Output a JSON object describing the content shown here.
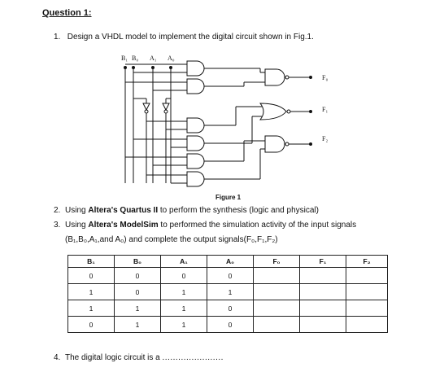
{
  "heading": "Question 1:",
  "items": {
    "q1": {
      "num": "1.",
      "text": "Design a VHDL model to implement the digital circuit shown in Fig.1."
    },
    "q2": {
      "num": "2.",
      "pre": "Using ",
      "brand": "Altera's Quartus II",
      "post": " to perform the synthesis (logic and physical)"
    },
    "q3": {
      "num": "3.",
      "pre": "Using ",
      "brand": "Altera's ModelSim",
      "post": " to performed the simulation activity of the input signals",
      "line2": "(B₁,B₀,A₁,and A₀)  and complete the output signals(F₀,F₁,F₂)"
    },
    "q4": {
      "num": "4.",
      "text": "The digital logic circuit is a ",
      "blank": "......................."
    }
  },
  "figure": {
    "caption": "Figure 1",
    "inputs": [
      "B₁",
      "B₀",
      "A₁",
      "A₀"
    ],
    "outputs": [
      "F₀",
      "F₁",
      "F₂"
    ]
  },
  "table": {
    "headers": [
      "B₁",
      "B₀",
      "A₁",
      "A₀",
      "F₀",
      "F₁",
      "F₂"
    ],
    "rows": [
      [
        "0",
        "0",
        "0",
        "0",
        "",
        "",
        ""
      ],
      [
        "1",
        "0",
        "1",
        "1",
        "",
        "",
        ""
      ],
      [
        "1",
        "1",
        "1",
        "0",
        "",
        "",
        ""
      ],
      [
        "0",
        "1",
        "1",
        "0",
        "",
        "",
        ""
      ]
    ]
  }
}
